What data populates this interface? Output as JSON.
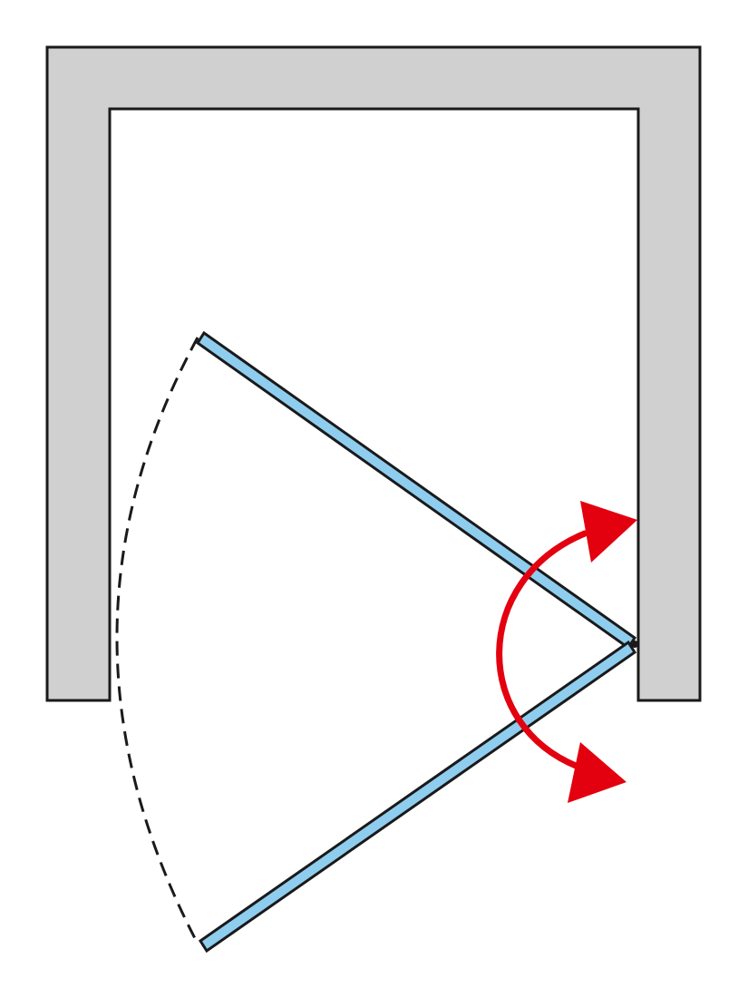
{
  "diagram": {
    "description_visible_text": "",
    "colors": {
      "wall_fill": "#d0d0d0",
      "outline": "#1a1a1a",
      "glass_fill": "#8fcdef",
      "arrow": "#e3000f",
      "swing_path": "#1a1a1a",
      "background": "#ffffff"
    },
    "elements": {
      "wall": "u-shaped-wall",
      "door_panel_open_inward": "glass-panel",
      "door_panel_open_outward": "glass-panel",
      "hinge": "hinge-point",
      "swing_arc": "dashed-arc",
      "rotation_arrow": "double-headed-curved-arrow"
    }
  }
}
